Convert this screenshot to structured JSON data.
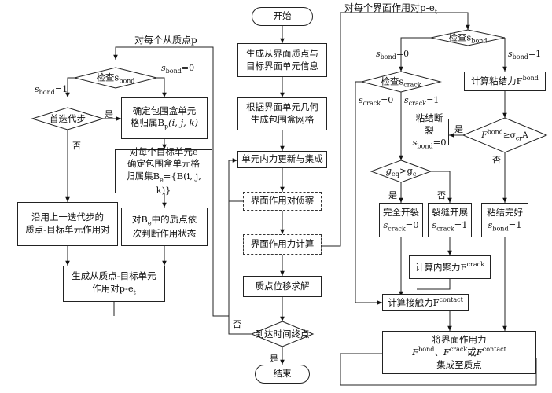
{
  "center": {
    "start": "开始",
    "gen_info": "生成从界面质点与\n目标界面单元信息",
    "bbox_grid": "根据界面单元几何\n生成包围盒网格",
    "update": "单元内力更新与集成",
    "detect": "界面作用对侦察",
    "force_calc": "界面作用力计算",
    "disp": "质点位移求解",
    "reach_end": "到达时间终点",
    "finish": "结束",
    "yes": "是",
    "no": "否"
  },
  "left": {
    "loop_label": "对每个从质点p",
    "check_bond": "检查s",
    "check_bond_sub": "bond",
    "bond1": "s",
    "bond1_sub": "bond",
    "bond1_val": "=1",
    "bond0": "s",
    "bond0_sub": "bond",
    "bond0_val": "=0",
    "first_iter": "首迭代步",
    "yes": "是",
    "no": "否",
    "determine_box": "确定包围盒单元\n格归属B",
    "determine_box_tail": "(i, j, k)",
    "each_target": "对每个目标单元e\n确定包围盒单元格\n归属集B",
    "each_target_tail": "={B(i, j, k)}",
    "judge": "对B",
    "judge_tail": "中的质点依\n次判断作用状态",
    "prev_pair": "沿用上一迭代步的\n质点-目标单元作用对",
    "gen_pair": "生成从质点-目标单元\n作用对p-e"
  },
  "right": {
    "loop_label": "对每个界面作用对p-e",
    "check_bond": "检查s",
    "check_bond_sub": "bond",
    "sbond0": "=0",
    "sbond1": "=1",
    "check_crack": "检查s",
    "check_crack_sub": "crack",
    "scrack0": "=0",
    "scrack1": "=1",
    "calc_bond": "计算粘结力F",
    "calc_bond_sup": "bond",
    "debond": "粘结断裂",
    "debond_tail": "=0",
    "geq": "g",
    "geq_tail": ">g",
    "f_cond": "≥σ",
    "f_cond_tail": "A",
    "yes": "是",
    "no": "否",
    "full_open": "完全开裂",
    "crack_open": "裂缝开展",
    "intact": "粘结完好",
    "calc_cohesive": "计算内聚力F",
    "calc_contact": "计算接触力F",
    "assemble": "将界面作用力",
    "assemble2": "、",
    "assemble3": "或",
    "assemble4": "集成至质点"
  }
}
